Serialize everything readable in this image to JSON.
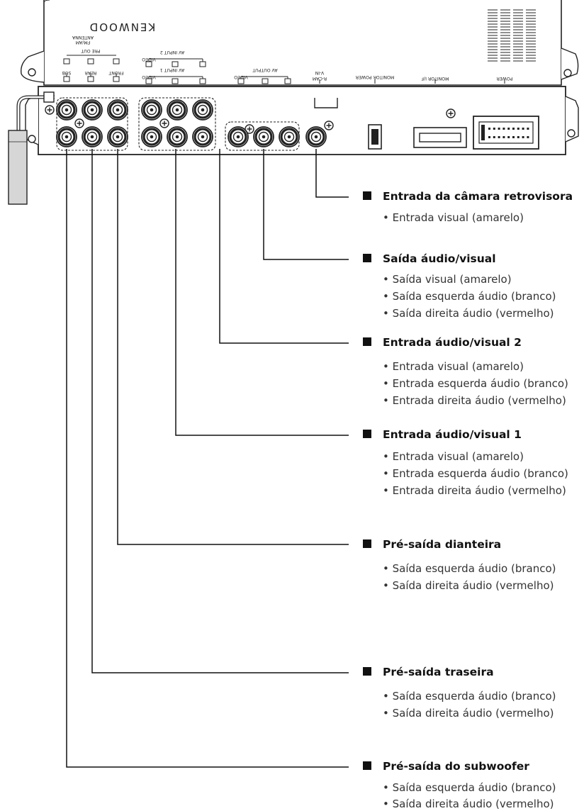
{
  "unit": {
    "brand": "KENWOOD",
    "antenna_label": "ANTENNA",
    "antenna_band": "FM/AM",
    "preout_label": "PRE OUT",
    "preout_channels": [
      "SUB",
      "REAR",
      "FRONT"
    ],
    "av_input2_label": "AV INPUT 2",
    "av_input1_label": "AV INPUT 1",
    "video_label": "VIDEO",
    "av_output_label": "AV OUTPUT",
    "rcam_label": "R-CAM",
    "vin_label": "V-IN",
    "monitor_power_label": "MONITOR POWER",
    "monitor_if_label": "MONITOR I/F",
    "power_label": "POWER"
  },
  "sections": [
    {
      "title": "Entrada da câmara retrovisora",
      "items": [
        "• Entrada visual (amarelo)"
      ]
    },
    {
      "title": "Saída áudio/visual",
      "items": [
        "• Saída visual (amarelo)",
        "• Saída esquerda áudio (branco)",
        "• Saída direita áudio (vermelho)"
      ]
    },
    {
      "title": "Entrada áudio/visual 2",
      "items": [
        "• Entrada visual (amarelo)",
        "• Entrada esquerda áudio (branco)",
        "• Entrada direita áudio (vermelho)"
      ]
    },
    {
      "title": "Entrada áudio/visual 1",
      "items": [
        "• Entrada visual (amarelo)",
        "• Entrada esquerda áudio (branco)",
        "• Entrada direita áudio (vermelho)"
      ]
    },
    {
      "title": "Pré-saída dianteira",
      "items": [
        "• Saída esquerda áudio (branco)",
        "• Saída direita áudio (vermelho)"
      ]
    },
    {
      "title": "Pré-saída traseira",
      "items": [
        "• Saída esquerda áudio (branco)",
        "• Saída direita áudio (vermelho)"
      ]
    },
    {
      "title": "Pré-saída do subwoofer",
      "items": [
        "• Saída esquerda áudio (branco)",
        "• Saída direita áudio (vermelho)"
      ]
    }
  ]
}
